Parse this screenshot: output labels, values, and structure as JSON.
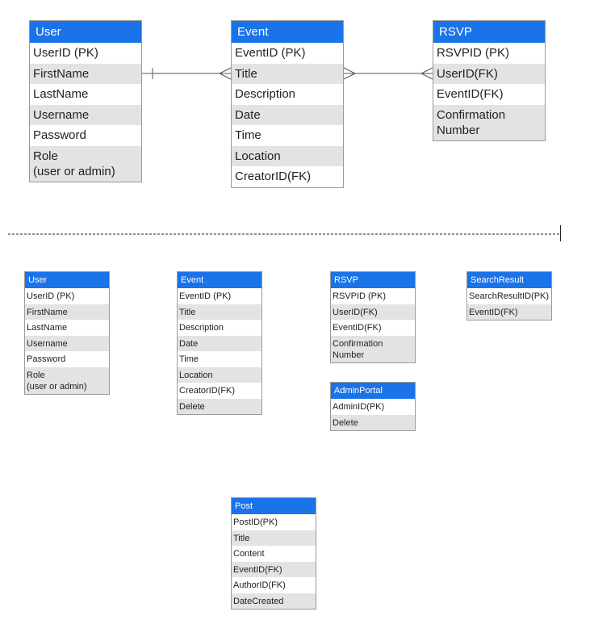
{
  "top": {
    "user": {
      "title": "User",
      "rows": [
        "UserID (PK)",
        "FirstName",
        "LastName",
        "Username",
        "Password",
        "Role\n(user or admin)"
      ]
    },
    "event": {
      "title": "Event",
      "rows": [
        "EventID (PK)",
        "Title",
        "Description",
        "Date",
        "Time",
        "Location",
        "CreatorID(FK)"
      ]
    },
    "rsvp": {
      "title": "RSVP",
      "rows": [
        "RSVPID (PK)",
        "UserID(FK)",
        "EventID(FK)",
        "Confirmation\nNumber"
      ]
    }
  },
  "bottom": {
    "user": {
      "title": "User",
      "rows": [
        "UserID (PK)",
        "FirstName",
        "LastName",
        "Username",
        "Password",
        "Role\n(user or admin)"
      ]
    },
    "event": {
      "title": "Event",
      "rows": [
        "EventID (PK)",
        "Title",
        "Description",
        "Date",
        "Time",
        "Location",
        "CreatorID(FK)",
        "Delete"
      ]
    },
    "rsvp": {
      "title": "RSVP",
      "rows": [
        "RSVPID (PK)",
        "UserID(FK)",
        "EventID(FK)",
        "Confirmation\nNumber"
      ]
    },
    "search_result": {
      "title": "SearchResult",
      "rows": [
        "SearchResultID(PK)",
        "EventID(FK)"
      ]
    },
    "admin_portal": {
      "title": "AdminPortal",
      "rows": [
        "AdminID(PK)",
        "Delete"
      ]
    },
    "post": {
      "title": "Post",
      "rows": [
        "PostID(PK)",
        "Title",
        "Content",
        "EventID(FK)",
        "AuthorID(FK)",
        "DateCreated"
      ]
    }
  },
  "colors": {
    "header": "#1a73e8",
    "alt_row": "#e3e3e3",
    "border": "#9a9a9a",
    "line": "#555555"
  }
}
